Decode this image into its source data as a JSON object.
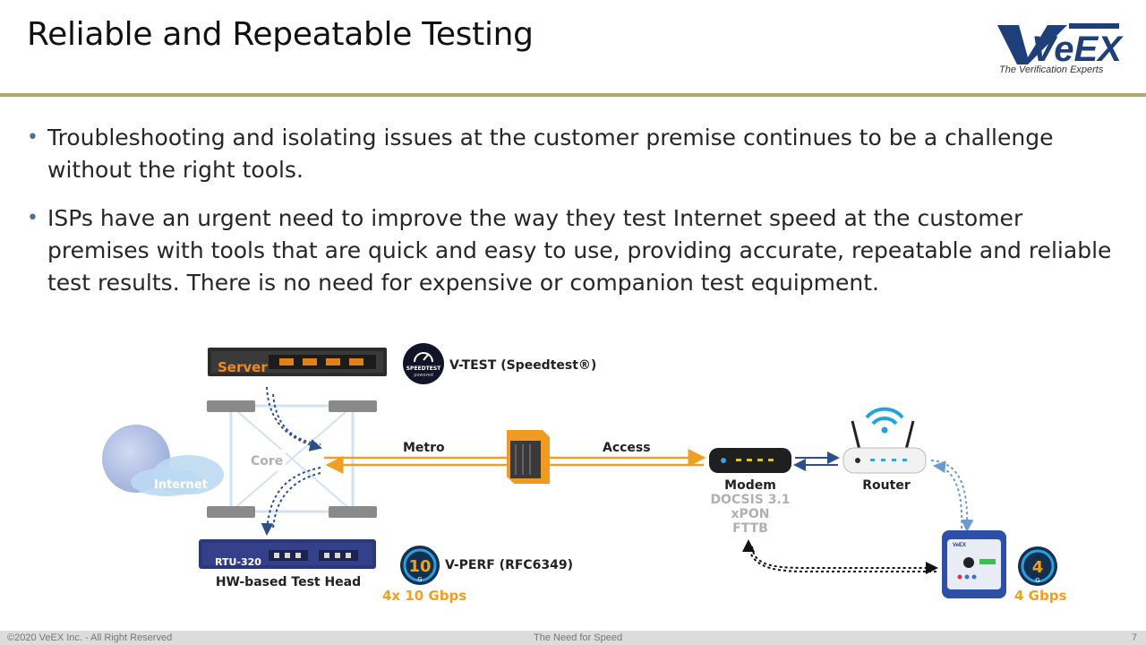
{
  "header": {
    "title": "Reliable and Repeatable Testing",
    "logo_text": "VeEX",
    "tagline": "The Verification Experts"
  },
  "bullets": [
    "Troubleshooting and isolating issues at the customer premise continues to be a challenge without the right tools.",
    "ISPs have an urgent need to improve the way they test Internet speed at the customer premises with tools that are quick and easy to use, providing accurate, repeatable and reliable test results. There is no need for expensive or companion test equipment."
  ],
  "diagram": {
    "server_label": "Server",
    "speedtest_badge": [
      "SPEEDTEST",
      "powered"
    ],
    "vtest_label": "V-TEST (Speedtest®)",
    "core_label": "Core",
    "internet_label": "Internet",
    "metro_label": "Metro",
    "access_label": "Access",
    "modem_label": "Modem",
    "modem_tech": [
      "DOCSIS 3.1",
      "xPON",
      "FTTB"
    ],
    "router_label": "Router",
    "rtu_label": "RTU-320",
    "hw_label": "HW-based Test Head",
    "vperf_badge_value": "10",
    "vperf_badge_unit": "G",
    "vperf_label": "V-PERF (RFC6349)",
    "vperf_speed": "4x 10 Gbps",
    "device_badge_value": "4",
    "device_badge_unit": "G",
    "device_speed": "4 Gbps",
    "device_brand": "VeEX"
  },
  "footer": {
    "copyright": "©2020 VeEX Inc. - All Right Reserved",
    "center": "The Need for Speed",
    "page": "7"
  },
  "colors": {
    "accent_rule": "#b8a866",
    "logo_blue": "#1f3f7a",
    "orange": "#f0a020",
    "arrow_blue": "#2c4f8c",
    "bullet_blue": "#4a6f9a"
  }
}
